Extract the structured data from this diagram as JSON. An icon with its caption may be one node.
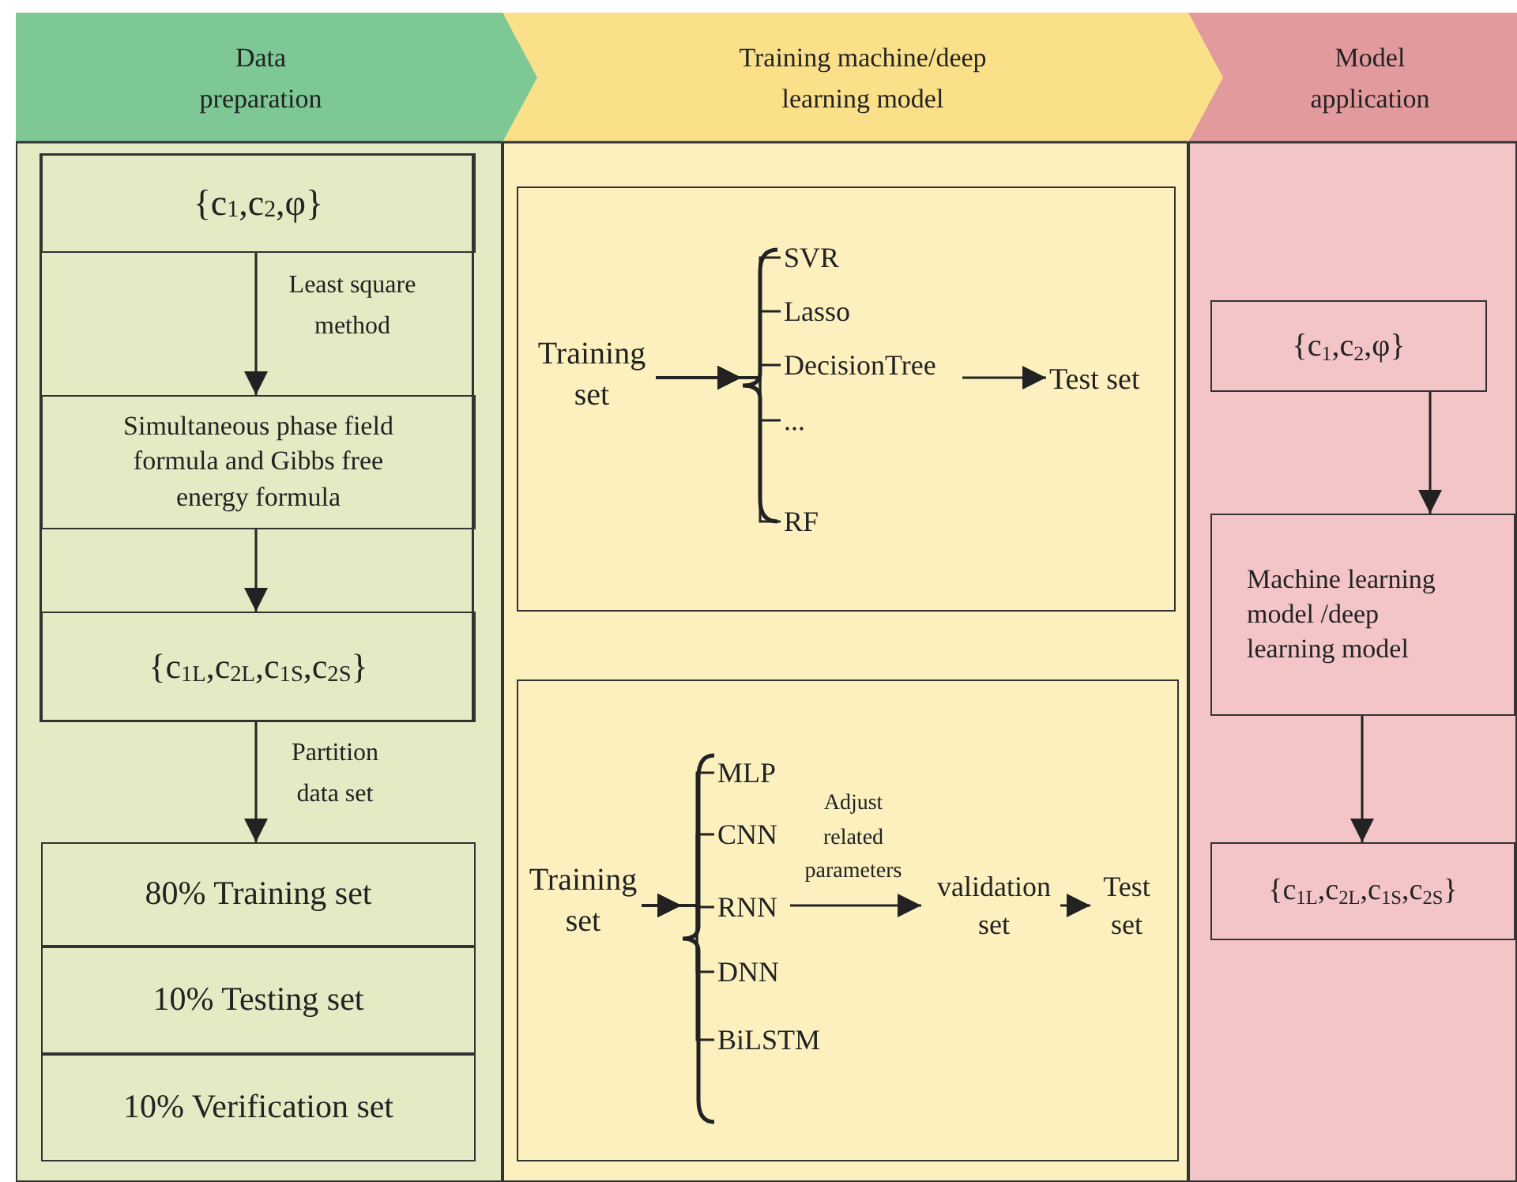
{
  "diagram": {
    "nodes": [
      {
        "text": [
          "Data preparation"
        ]
      },
      {
        "text": [
          "{c$_{1}$,c$_{2}$,φ}"
        ],
        "in": 0
      },
      {
        "text": [
          "Simultaneous phase field formula and Gibbs free energy formula"
        ],
        "in": 0
      },
      {
        "text": [
          "{c$_{1L}$,c$_{2L}$,c$_{1S}$,c$_{2S}$}"
        ],
        "in": 0
      },
      {
        "text": [
          "80% Training set"
        ],
        "in": 0
      },
      {
        "text": [
          "10% Testing set"
        ],
        "in": 0
      },
      {
        "text": [
          "10% Verification set"
        ],
        "in": 0
      },
      {
        "text": [
          "Training machine/deep learning model"
        ]
      },
      {
        "text": [],
        "shape": "box",
        "in": 7
      },
      {
        "text": [
          "Training set"
        ],
        "in": 8
      },
      {
        "text": [
          "SVR"
        ],
        "in": 8
      },
      {
        "text": [
          "Lasso"
        ],
        "in": 8
      },
      {
        "text": [
          "DecisionTree"
        ],
        "in": 8
      },
      {
        "text": [
          "..."
        ],
        "in": 8
      },
      {
        "text": [
          "RF"
        ],
        "in": 8
      },
      {
        "text": [
          "Test set"
        ],
        "in": 8
      },
      {
        "text": [],
        "shape": "box",
        "in": 7
      },
      {
        "text": [
          "Training set"
        ],
        "in": 16
      },
      {
        "text": [
          "MLP"
        ],
        "in": 16
      },
      {
        "text": [
          "CNN"
        ],
        "in": 16
      },
      {
        "text": [
          "RNN"
        ],
        "in": 16
      },
      {
        "text": [
          "DNN"
        ],
        "in": 16
      },
      {
        "text": [
          "BiLSTM"
        ],
        "in": 16
      },
      {
        "text": [
          "validation set"
        ],
        "in": 16
      },
      {
        "text": [
          "Test set"
        ],
        "in": 16
      },
      {
        "text": [
          "Model application"
        ]
      },
      {
        "text": [
          "{c$_{1}$,c$_{2}$,φ}"
        ],
        "in": 25
      },
      {
        "text": [
          "Machine learning model /deep learning model"
        ],
        "in": 25
      },
      {
        "text": [
          "{c$_{1L}$,c$_{2L}$,c$_{1S}$,c$_{2S}$}"
        ],
        "in": 25
      }
    ],
    "edges": [
      {
        "from": 1,
        "to": 2,
        "arrow": "to",
        "label": "Least square method"
      },
      {
        "from": 2,
        "to": 3,
        "arrow": "to"
      },
      {
        "from": 3,
        "to": 4,
        "arrow": "to",
        "label": "Partition data set"
      },
      {
        "from": 9,
        "to": 10,
        "arrow": "to"
      },
      {
        "from": 9,
        "to": 11,
        "arrow": "to"
      },
      {
        "from": 9,
        "to": 12,
        "arrow": "to"
      },
      {
        "from": 9,
        "to": 13,
        "arrow": "to"
      },
      {
        "from": 9,
        "to": 14,
        "arrow": "to"
      },
      {
        "from": 12,
        "to": 15,
        "arrow": "to"
      },
      {
        "from": 17,
        "to": 18,
        "arrow": "to"
      },
      {
        "from": 17,
        "to": 19,
        "arrow": "to"
      },
      {
        "from": 17,
        "to": 20,
        "arrow": "to"
      },
      {
        "from": 17,
        "to": 21,
        "arrow": "to"
      },
      {
        "from": 17,
        "to": 22,
        "arrow": "to"
      },
      {
        "from": 20,
        "to": 23,
        "arrow": "to",
        "label": "Adjust related parameters"
      },
      {
        "from": 23,
        "to": 24,
        "arrow": "to"
      },
      {
        "from": 26,
        "to": 27,
        "arrow": "to"
      },
      {
        "from": 27,
        "to": 28,
        "arrow": "to"
      }
    ]
  }
}
